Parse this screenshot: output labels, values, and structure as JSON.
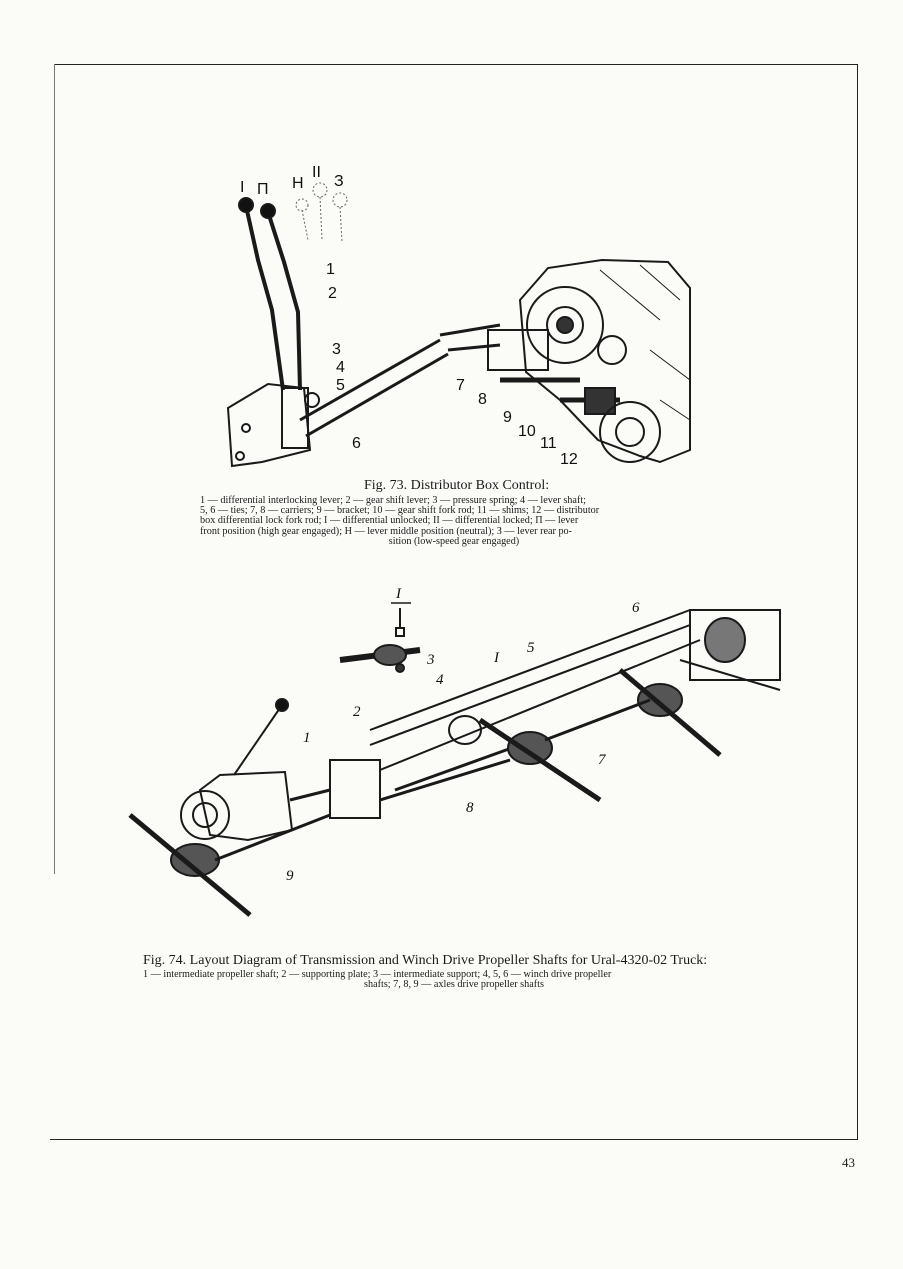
{
  "fig73": {
    "title": "Fig. 73. Distributor Box Control:",
    "caption_lines": [
      "1 — differential interlocking lever; 2 — gear shift lever; 3 — pressure spring; 4 — lever shaft;",
      "5, 6 — ties; 7, 8 — carriers; 9 — bracket; 10 — gear shift fork rod; 11 — shims; 12 — distributor",
      "box differential lock fork rod; I — differential unlocked; II — differential locked; П — lever",
      "front position (high gear engaged); Н — lever middle position (neutral); З — lever rear po-",
      "sition (low-speed gear engaged)"
    ],
    "labels": {
      "pos_I": "I",
      "pos_II": "II",
      "pos_P": "П",
      "pos_N": "Н",
      "pos_Z": "З",
      "n1": "1",
      "n2": "2",
      "n3": "3",
      "n4": "4",
      "n5": "5",
      "n6": "6",
      "n7": "7",
      "n8": "8",
      "n9": "9",
      "n10": "10",
      "n11": "11",
      "n12": "12"
    }
  },
  "fig74": {
    "title": "Fig. 74. Layout Diagram of Transmission and Winch Drive Propeller Shafts for  Ural-4320-02 Truck:",
    "caption_lines": [
      "1 — intermediate propeller shaft; 2 — supporting plate; 3 — intermediate support; 4, 5, 6 — winch drive propeller",
      "shafts; 7, 8, 9 — axles drive propeller shafts"
    ],
    "labels": {
      "detail": "I",
      "detail_ref": "I",
      "n1": "1",
      "n2": "2",
      "n3": "3",
      "n4": "4",
      "n5": "5",
      "n6": "6",
      "n7": "7",
      "n8": "8",
      "n9": "9"
    }
  },
  "page_number": "43"
}
